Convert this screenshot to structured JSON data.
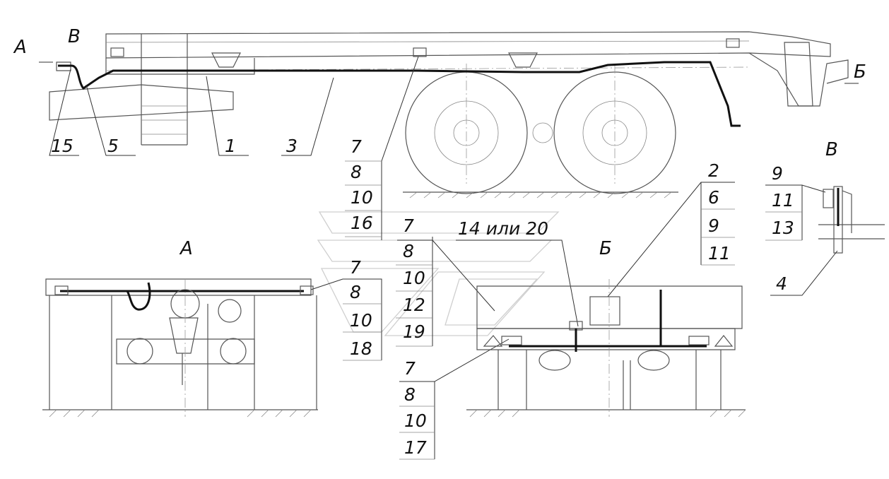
{
  "views": {
    "main_A": "А",
    "main_B": "Б",
    "main_V": "В",
    "view_A": "А",
    "view_B": "Б",
    "view_V": "В"
  },
  "callouts": {
    "main": [
      "15",
      "5",
      "1",
      "3"
    ],
    "stack_top": [
      "7",
      "8",
      "10",
      "16"
    ],
    "stack_mid": [
      "7",
      "8",
      "10",
      "12",
      "19"
    ],
    "stack_left": [
      "7",
      "8",
      "10",
      "18"
    ],
    "stack_bottom": [
      "7",
      "8",
      "10",
      "17"
    ],
    "stack_right": [
      "2",
      "6",
      "9",
      "11"
    ],
    "stack_v": [
      "9",
      "11",
      "13"
    ],
    "label_14or20": "14 или 20",
    "label_4": "4"
  }
}
